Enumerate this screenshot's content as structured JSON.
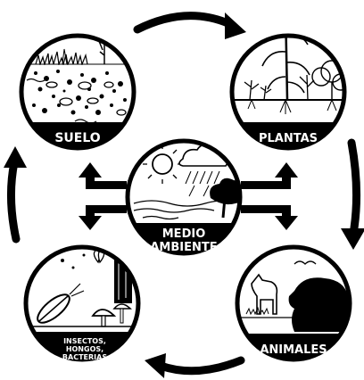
{
  "diagram": {
    "nodes": {
      "soil": {
        "label": "SUELO"
      },
      "plants": {
        "label": "PLANTAS"
      },
      "animals": {
        "label": "ANIMALES"
      },
      "decomposers": {
        "label_lines": [
          "INSECTOS,",
          "HONGOS,",
          "BACTERIAS"
        ]
      },
      "environment": {
        "label_lines": [
          "MEDIO",
          "AMBIENTE"
        ]
      }
    },
    "cycle_direction": "clockwise",
    "colors": {
      "ink": "#000000",
      "paper": "#ffffff"
    }
  }
}
